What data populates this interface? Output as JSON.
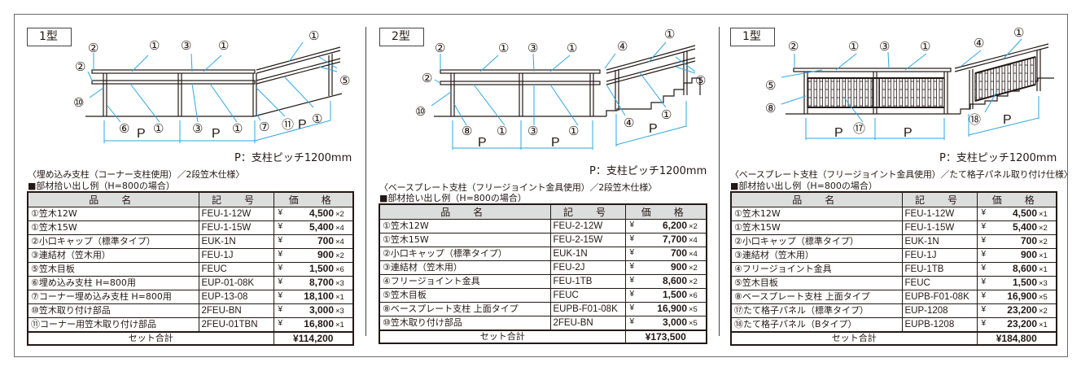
{
  "panels": [
    {
      "type_label": "1型",
      "pitch_note": "P：支柱ピッチ1200mm",
      "caption": "〈埋め込み支柱（コーナー支柱使用）／2段笠木仕様〉",
      "subcaption": "■部材拾い出し例（H=800の場合）",
      "table": {
        "headers": [
          "品　名",
          "記　号",
          "価　格"
        ],
        "rows": [
          {
            "name": "①笠木12W",
            "code": "FEU-1-12W",
            "yen": "¥",
            "price": "4,500",
            "qty": "×2"
          },
          {
            "name": "①笠木15W",
            "code": "FEU-1-15W",
            "yen": "¥",
            "price": "5,400",
            "qty": "×4"
          },
          {
            "name": "②小口キャップ（標準タイプ）",
            "code": "EUK-1N",
            "yen": "¥",
            "price": "700",
            "qty": "×4"
          },
          {
            "name": "③連結材（笠木用）",
            "code": "FEU-1J",
            "yen": "¥",
            "price": "900",
            "qty": "×2"
          },
          {
            "name": "⑤笠木目板",
            "code": "FEUC",
            "yen": "¥",
            "price": "1,500",
            "qty": "×6"
          },
          {
            "name": "⑥埋め込み支柱 H=800用",
            "code": "EUP-01-08K",
            "yen": "¥",
            "price": "8,700",
            "qty": "×3"
          },
          {
            "name": "⑦コーナー埋め込み支柱 H=800用",
            "code": "EUP-13-08",
            "yen": "¥",
            "price": "18,100",
            "qty": "×1"
          },
          {
            "name": "⑩笠木取り付け部品",
            "code": "2FEU-BN",
            "yen": "¥",
            "price": "3,000",
            "qty": "×3"
          },
          {
            "name": "⑪コーナー用笠木取り付け部品",
            "code": "2FEU-01TBN",
            "yen": "¥",
            "price": "16,800",
            "qty": "×1"
          }
        ],
        "total_label": "セット合計",
        "total_value": "¥114,200"
      },
      "diagram": {
        "callouts": [
          "②",
          "②",
          "⑩",
          "①",
          "③",
          "①",
          "①",
          "⑤",
          "①",
          "③",
          "①",
          "⑥",
          "⑦",
          "⑪",
          "①"
        ],
        "pitch_labels": [
          "P",
          "P",
          "P"
        ]
      }
    },
    {
      "type_label": "2型",
      "pitch_note": "P：支柱ピッチ1200mm",
      "caption": "〈ベースプレート支柱（フリージョイント金具使用）／2段笠木仕様〉",
      "subcaption": "■部材拾い出し例（H=800の場合）",
      "table": {
        "headers": [
          "品　名",
          "記　号",
          "価　格"
        ],
        "rows": [
          {
            "name": "①笠木12W",
            "code": "FEU-2-12W",
            "yen": "¥",
            "price": "6,200",
            "qty": "×2"
          },
          {
            "name": "①笠木15W",
            "code": "FEU-2-15W",
            "yen": "¥",
            "price": "7,700",
            "qty": "×4"
          },
          {
            "name": "②小口キャップ（標準タイプ）",
            "code": "EUK-1N",
            "yen": "¥",
            "price": "700",
            "qty": "×4"
          },
          {
            "name": "③連結材（笠木用）",
            "code": "FEU-2J",
            "yen": "¥",
            "price": "900",
            "qty": "×2"
          },
          {
            "name": "④フリージョイント金具",
            "code": "FEU-1TB",
            "yen": "¥",
            "price": "8,600",
            "qty": "×2"
          },
          {
            "name": "⑤笠木目板",
            "code": "FEUC",
            "yen": "¥",
            "price": "1,500",
            "qty": "×6"
          },
          {
            "name": "⑧ベースプレート支柱 上面タイプ",
            "code": "EUPB-F01-08K",
            "yen": "¥",
            "price": "16,900",
            "qty": "×5"
          },
          {
            "name": "⑩笠木取り付け部品",
            "code": "2FEU-BN",
            "yen": "¥",
            "price": "3,000",
            "qty": "×5"
          }
        ],
        "total_label": "セット合計",
        "total_value": "¥173,500"
      },
      "diagram": {
        "callouts": [
          "②",
          "②",
          "⑩",
          "①",
          "③",
          "①",
          "④",
          "①",
          "⑤",
          "⑧",
          "①",
          "③",
          "①",
          "④",
          "①"
        ],
        "pitch_labels": [
          "P",
          "P",
          "P"
        ]
      }
    },
    {
      "type_label": "1型",
      "pitch_note": "P：支柱ピッチ1200mm",
      "caption": "〈ベースプレート支柱（フリージョイント金具使用）／たて格子パネル取り付け仕様〉",
      "subcaption": "■部材拾い出し例（H=800の場合）",
      "table": {
        "headers": [
          "品　名",
          "記　号",
          "価　格"
        ],
        "rows": [
          {
            "name": "①笠木12W",
            "code": "FEU-1-12W",
            "yen": "¥",
            "price": "4,500",
            "qty": "×1"
          },
          {
            "name": "①笠木15W",
            "code": "FEU-1-15W",
            "yen": "¥",
            "price": "5,400",
            "qty": "×2"
          },
          {
            "name": "②小口キャップ（標準タイプ）",
            "code": "EUK-1N",
            "yen": "¥",
            "price": "700",
            "qty": "×2"
          },
          {
            "name": "③連結材（笠木用）",
            "code": "FEU-1J",
            "yen": "¥",
            "price": "900",
            "qty": "×1"
          },
          {
            "name": "④フリージョイント金具",
            "code": "FEU-1TB",
            "yen": "¥",
            "price": "8,600",
            "qty": "×1"
          },
          {
            "name": "⑤笠木目板",
            "code": "FEUC",
            "yen": "¥",
            "price": "1,500",
            "qty": "×3"
          },
          {
            "name": "⑧ベースプレート支柱 上面タイプ",
            "code": "EUPB-F01-08K",
            "yen": "¥",
            "price": "16,900",
            "qty": "×5"
          },
          {
            "name": "⑰たて格子パネル（標準タイプ）",
            "code": "EUP-1208",
            "yen": "¥",
            "price": "23,200",
            "qty": "×2"
          },
          {
            "name": "⑱たて格子パネル（Bタイプ）",
            "code": "EUPB-1208",
            "yen": "¥",
            "price": "23,200",
            "qty": "×1"
          }
        ],
        "total_label": "セット合計",
        "total_value": "¥184,800"
      },
      "diagram": {
        "callouts": [
          "②",
          "①",
          "③",
          "①",
          "④",
          "①",
          "⑤",
          "⑧",
          "⑰",
          "⑱"
        ],
        "pitch_labels": [
          "P",
          "P",
          "P"
        ]
      }
    }
  ],
  "colors": {
    "line": "#231815",
    "leader": "#2ea7e0",
    "header_bg": "#dcdddd",
    "frame": "#6b6b6b"
  }
}
